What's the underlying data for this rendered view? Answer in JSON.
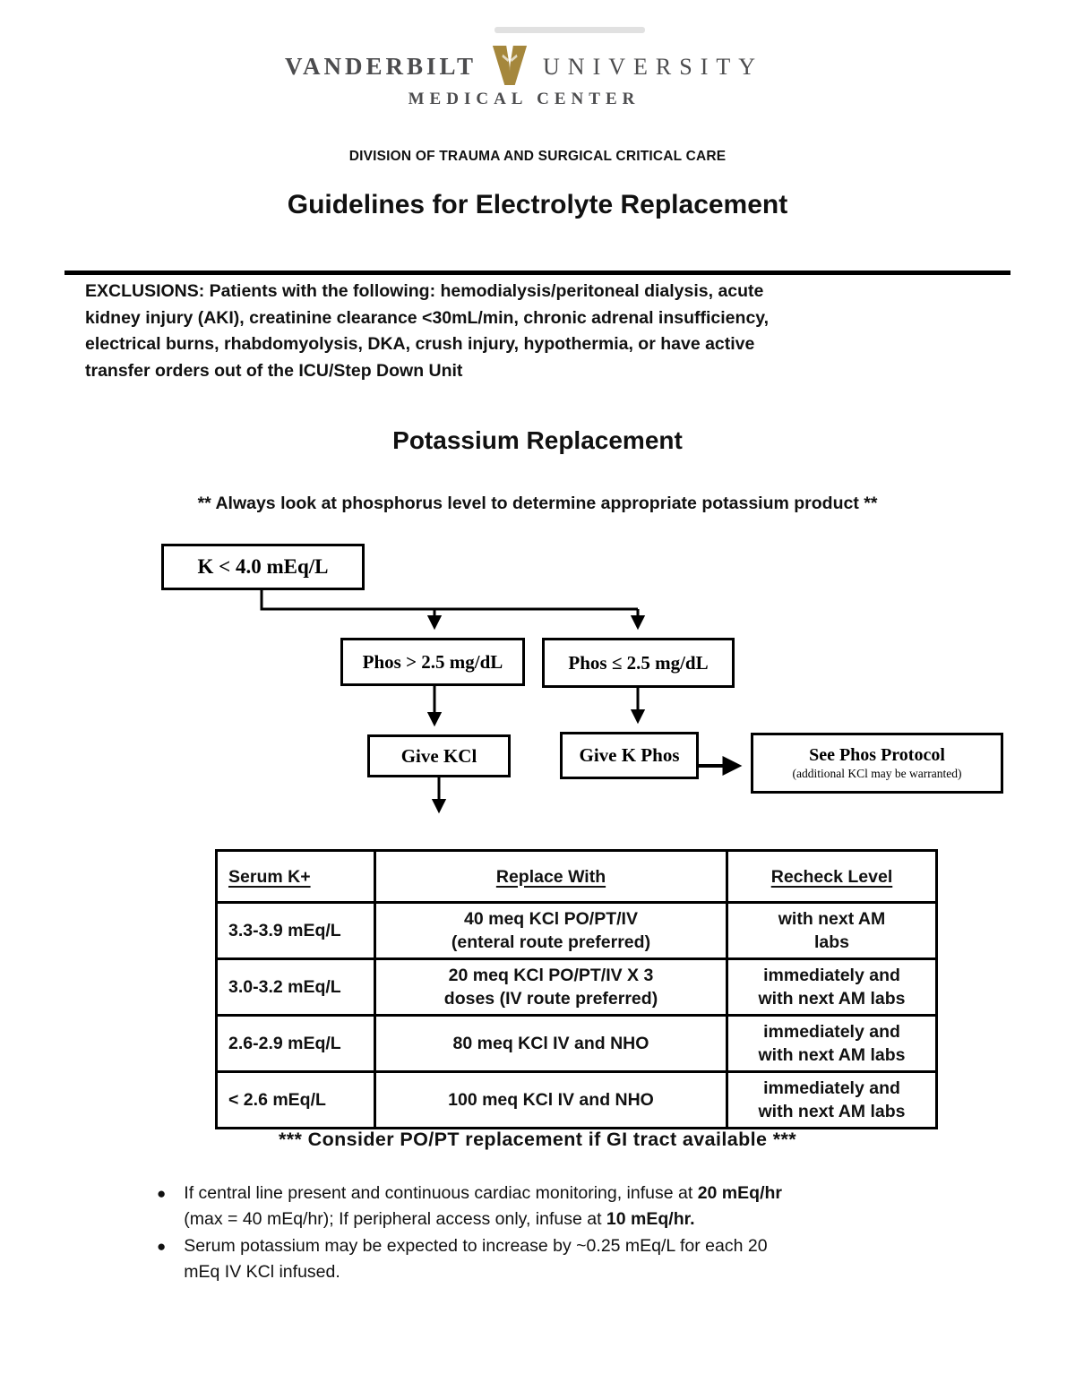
{
  "logo": {
    "wordmark_left": "VANDERBILT",
    "wordmark_right": "UNIVERSITY",
    "line2": "MEDICAL CENTER",
    "v_shield_color": "#a5873c",
    "text_color": "#4c4c4e"
  },
  "header": {
    "division": "DIVISION OF TRAUMA AND SURGICAL CRITICAL CARE",
    "title": "Guidelines for Electrolyte Replacement"
  },
  "exclusions": "EXCLUSIONS: Patients with the following: hemodialysis/peritoneal dialysis, acute\nkidney injury (AKI), creatinine clearance <30mL/min, chronic adrenal insufficiency,\nelectrical burns, rhabdomyolysis, DKA, crush injury, hypothermia, or have active\ntransfer orders out of the ICU/Step Down Unit",
  "section": {
    "title": "Potassium Replacement",
    "note": "** Always look at phosphorus level to determine appropriate potassium product **"
  },
  "flowchart": {
    "k_box": "K < 4.0 mEq/L",
    "phos_gt": "Phos > 2.5 mg/dL",
    "phos_le": "Phos ≤ 2.5 mg/dL",
    "give_kcl": "Give KCl",
    "give_kphos": "Give K Phos",
    "see_phos_title": "See Phos Protocol",
    "see_phos_sub": "(additional KCl may be warranted)"
  },
  "table": {
    "headers": [
      "Serum K+",
      "Replace With",
      "Recheck Level"
    ],
    "rows": [
      {
        "serum": "3.3-3.9 mEq/L",
        "replace": "40 meq KCl PO/PT/IV\n(enteral route preferred)",
        "recheck": "with next AM\nlabs"
      },
      {
        "serum": "3.0-3.2 mEq/L",
        "replace": "20 meq KCl PO/PT/IV X 3\ndoses (IV route preferred)",
        "recheck": "immediately and\nwith next AM labs"
      },
      {
        "serum": "2.6-2.9 mEq/L",
        "replace": "80 meq KCl IV and NHO",
        "recheck": "immediately and\nwith next AM labs"
      },
      {
        "serum": "< 2.6 mEq/L",
        "replace": "100 meq KCl IV and NHO",
        "recheck": "immediately and\nwith next AM labs"
      }
    ]
  },
  "footer": {
    "consider": "*** Consider PO/PT replacement if GI tract available ***",
    "bullet1_t1": "If central line present and continuous cardiac monitoring, infuse at ",
    "bullet1_b1": "20 mEq/hr",
    "bullet1_t2": "(max = 40 mEq/hr); If peripheral access only, infuse at ",
    "bullet1_b2": "10 mEq/hr.",
    "bullet2": "Serum potassium may be expected to increase by ~0.25 mEq/L for each 20\nmEq IV KCl infused."
  }
}
